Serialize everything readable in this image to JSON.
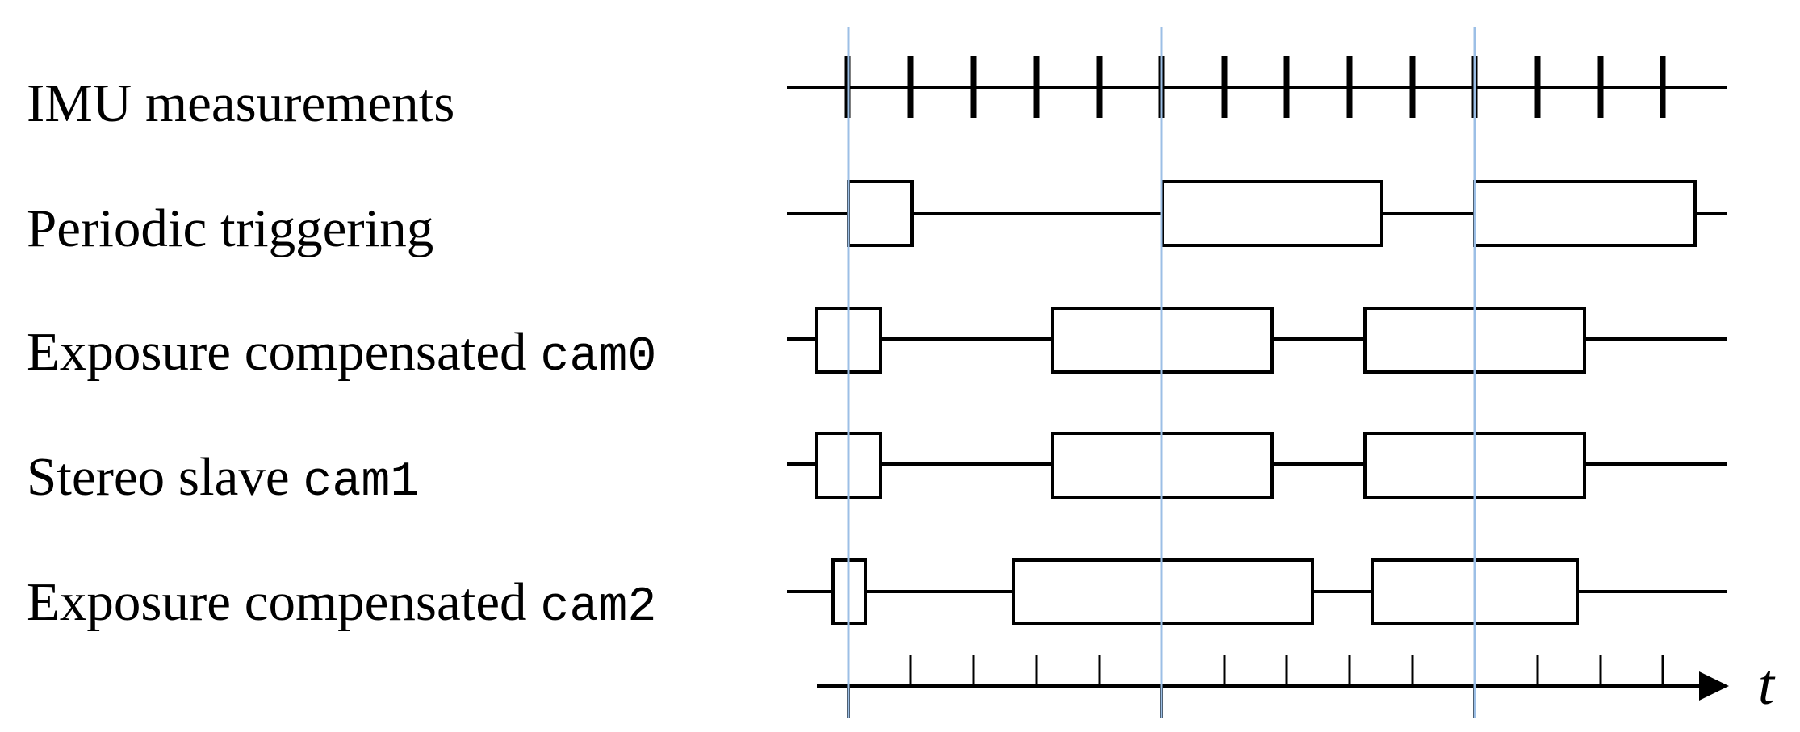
{
  "colors": {
    "sync_line": "#9cbfe6",
    "ink": "#000000"
  },
  "rows": [
    {
      "id": "imu",
      "label": "IMU measurements",
      "label_mono": "",
      "kind": "ticks"
    },
    {
      "id": "trigger",
      "label": "Periodic triggering",
      "label_mono": "",
      "kind": "pulses"
    },
    {
      "id": "cam0",
      "label": "Exposure compensated ",
      "label_mono": "cam0",
      "kind": "pulses"
    },
    {
      "id": "cam1",
      "label": "Stereo slave ",
      "label_mono": "cam1",
      "kind": "pulses"
    },
    {
      "id": "cam2",
      "label": "Exposure compensated ",
      "label_mono": "cam2",
      "kind": "pulses"
    }
  ],
  "axis": {
    "label": "t"
  }
}
